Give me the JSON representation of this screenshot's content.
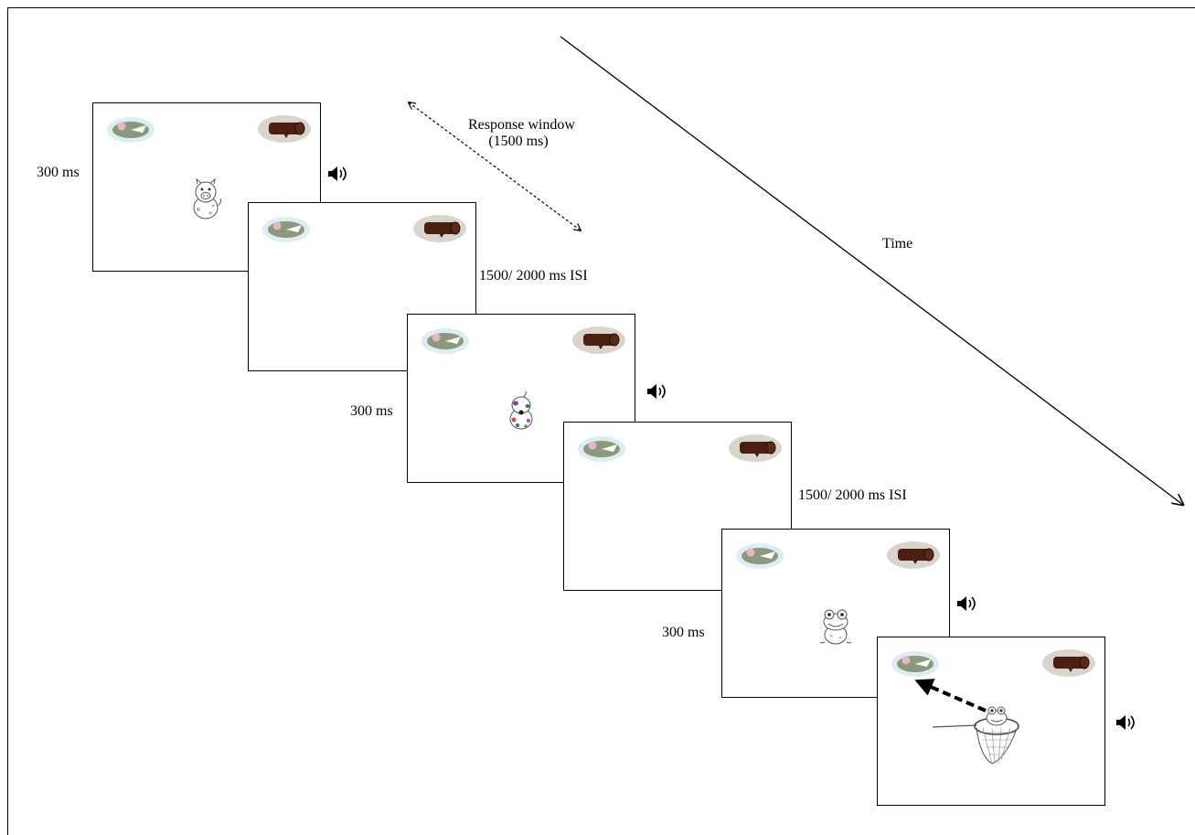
{
  "labels": {
    "response_window_line1": "Response window",
    "response_window_line2": "(1500 ms)",
    "time": "Time",
    "stim1_duration": "300 ms",
    "isi1": "1500/ 2000 ms ISI",
    "stim2_duration": "300 ms",
    "isi2": "1500/ 2000 ms ISI",
    "stim3_duration": "300 ms"
  },
  "frames": [
    {
      "id": "frame-1",
      "content": "pig",
      "sound": true
    },
    {
      "id": "frame-2",
      "content": "blank",
      "sound": false
    },
    {
      "id": "frame-3",
      "content": "cow",
      "sound": true
    },
    {
      "id": "frame-4",
      "content": "blank",
      "sound": false
    },
    {
      "id": "frame-5",
      "content": "frog",
      "sound": true
    },
    {
      "id": "frame-6",
      "content": "frog-in-net",
      "sound": true
    }
  ],
  "icons": {
    "lily_pad": "lily-pad-icon",
    "log": "log-icon",
    "speaker": "speaker-icon",
    "arrow": "dashed-arrow"
  },
  "colors": {
    "lily_pad": "#8a9a7a",
    "lily_glow": "#cfe8f2",
    "log": "#4a1e10",
    "log_shadow": "#d9d4cc",
    "flower": "#e8b4c8"
  }
}
